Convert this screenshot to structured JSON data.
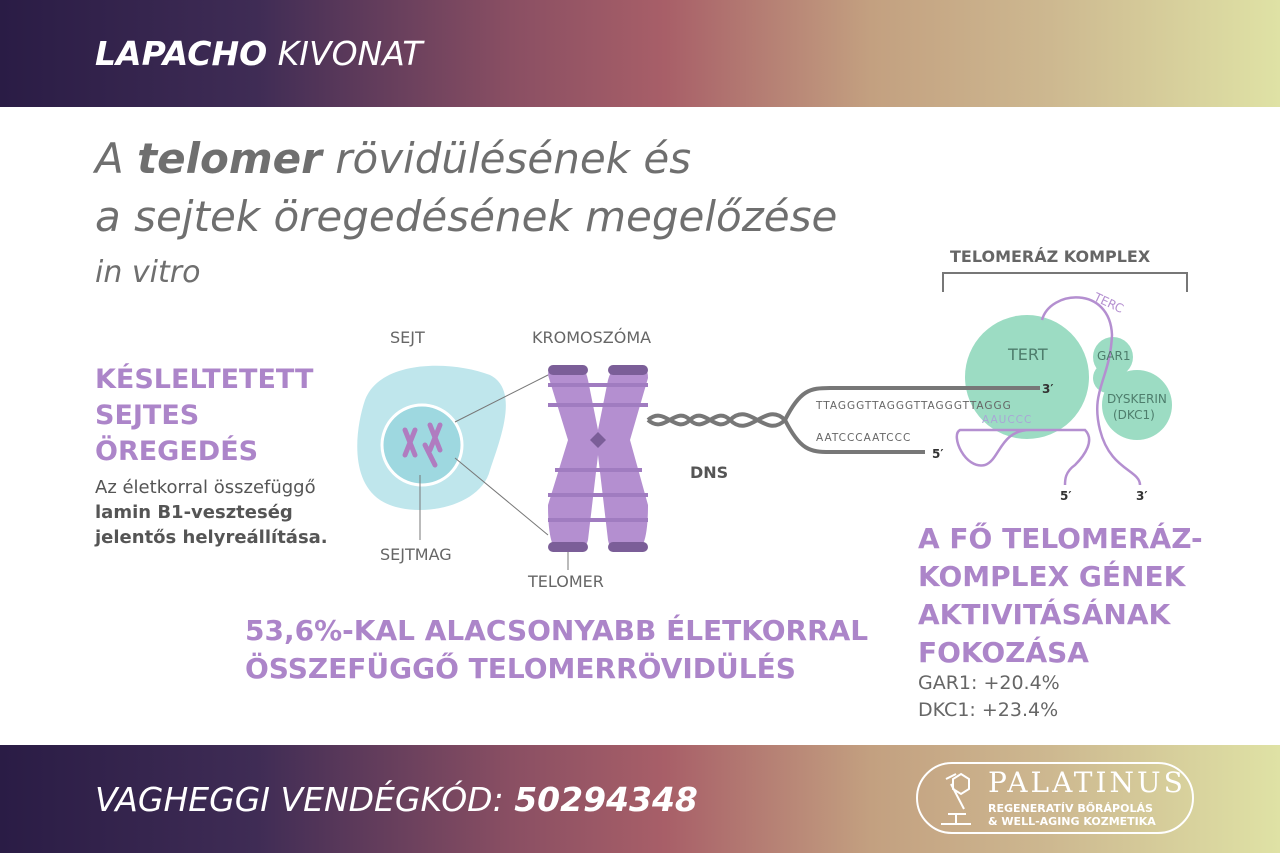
{
  "header": {
    "brand_bold": "LAPACHO",
    "brand_rest": " KIVONAT"
  },
  "title": {
    "prefix": "A ",
    "bold": "telomer",
    "line1_rest": " rövidülésének és",
    "line2": "a sejtek öregedésének megelőzése",
    "sub": "in vitro"
  },
  "left": {
    "heading": [
      "KÉSLELTETETT",
      "SEJTES",
      "ÖREGEDÉS"
    ],
    "text": "Az életkorral összefüggő",
    "bold": [
      "lamin B1-veszteség",
      "jelentős helyreállítása."
    ]
  },
  "diagram": {
    "cell": "SEJT",
    "nucleus": "SEJTMAG",
    "chromosome": "KROMOSZÓMA",
    "telomer": "TELOMER",
    "dna": "DNS",
    "complex": "TELOMERÁZ KOMPLEX",
    "terc": "TERC",
    "tert": "TERT",
    "gar1": "GAR1",
    "dyskerin": "DYSKERIN",
    "dkc1": "(DKC1)",
    "seq_top": "TTAGGGTTAGGGTTAGGGTTAGGG",
    "seq_rna": "AAUCCC",
    "seq_bottom": "AATCCCAATCCC",
    "end3": "3′",
    "end5": "5′"
  },
  "middle": {
    "heading": [
      "53,6%-KAL ALACSONYABB ÉLETKORRAL",
      "ÖSSZEFÜGGŐ TELOMERRÖVIDÜLÉS"
    ]
  },
  "right": {
    "heading": [
      "A FŐ TELOMERÁZ-",
      "KOMPLEX GÉNEK",
      "AKTIVITÁSÁNAK",
      "FOKOZÁSA"
    ],
    "stats": [
      "GAR1: +20.4%",
      "DKC1: +23.4%"
    ]
  },
  "footer": {
    "code_label": "VAGHEGGI VENDÉGKÓD: ",
    "code": "50294348",
    "logo_name": "PALATINUS",
    "logo_sub": [
      "REGENERATÍV BŐRÁPOLÁS",
      "& WELL-AGING KOZMETIKA"
    ]
  },
  "colors": {
    "purple": "#ac85c9",
    "teal": "#9cdcc3",
    "cell": "#bfe6ec",
    "gray": "#6f6f6f"
  }
}
